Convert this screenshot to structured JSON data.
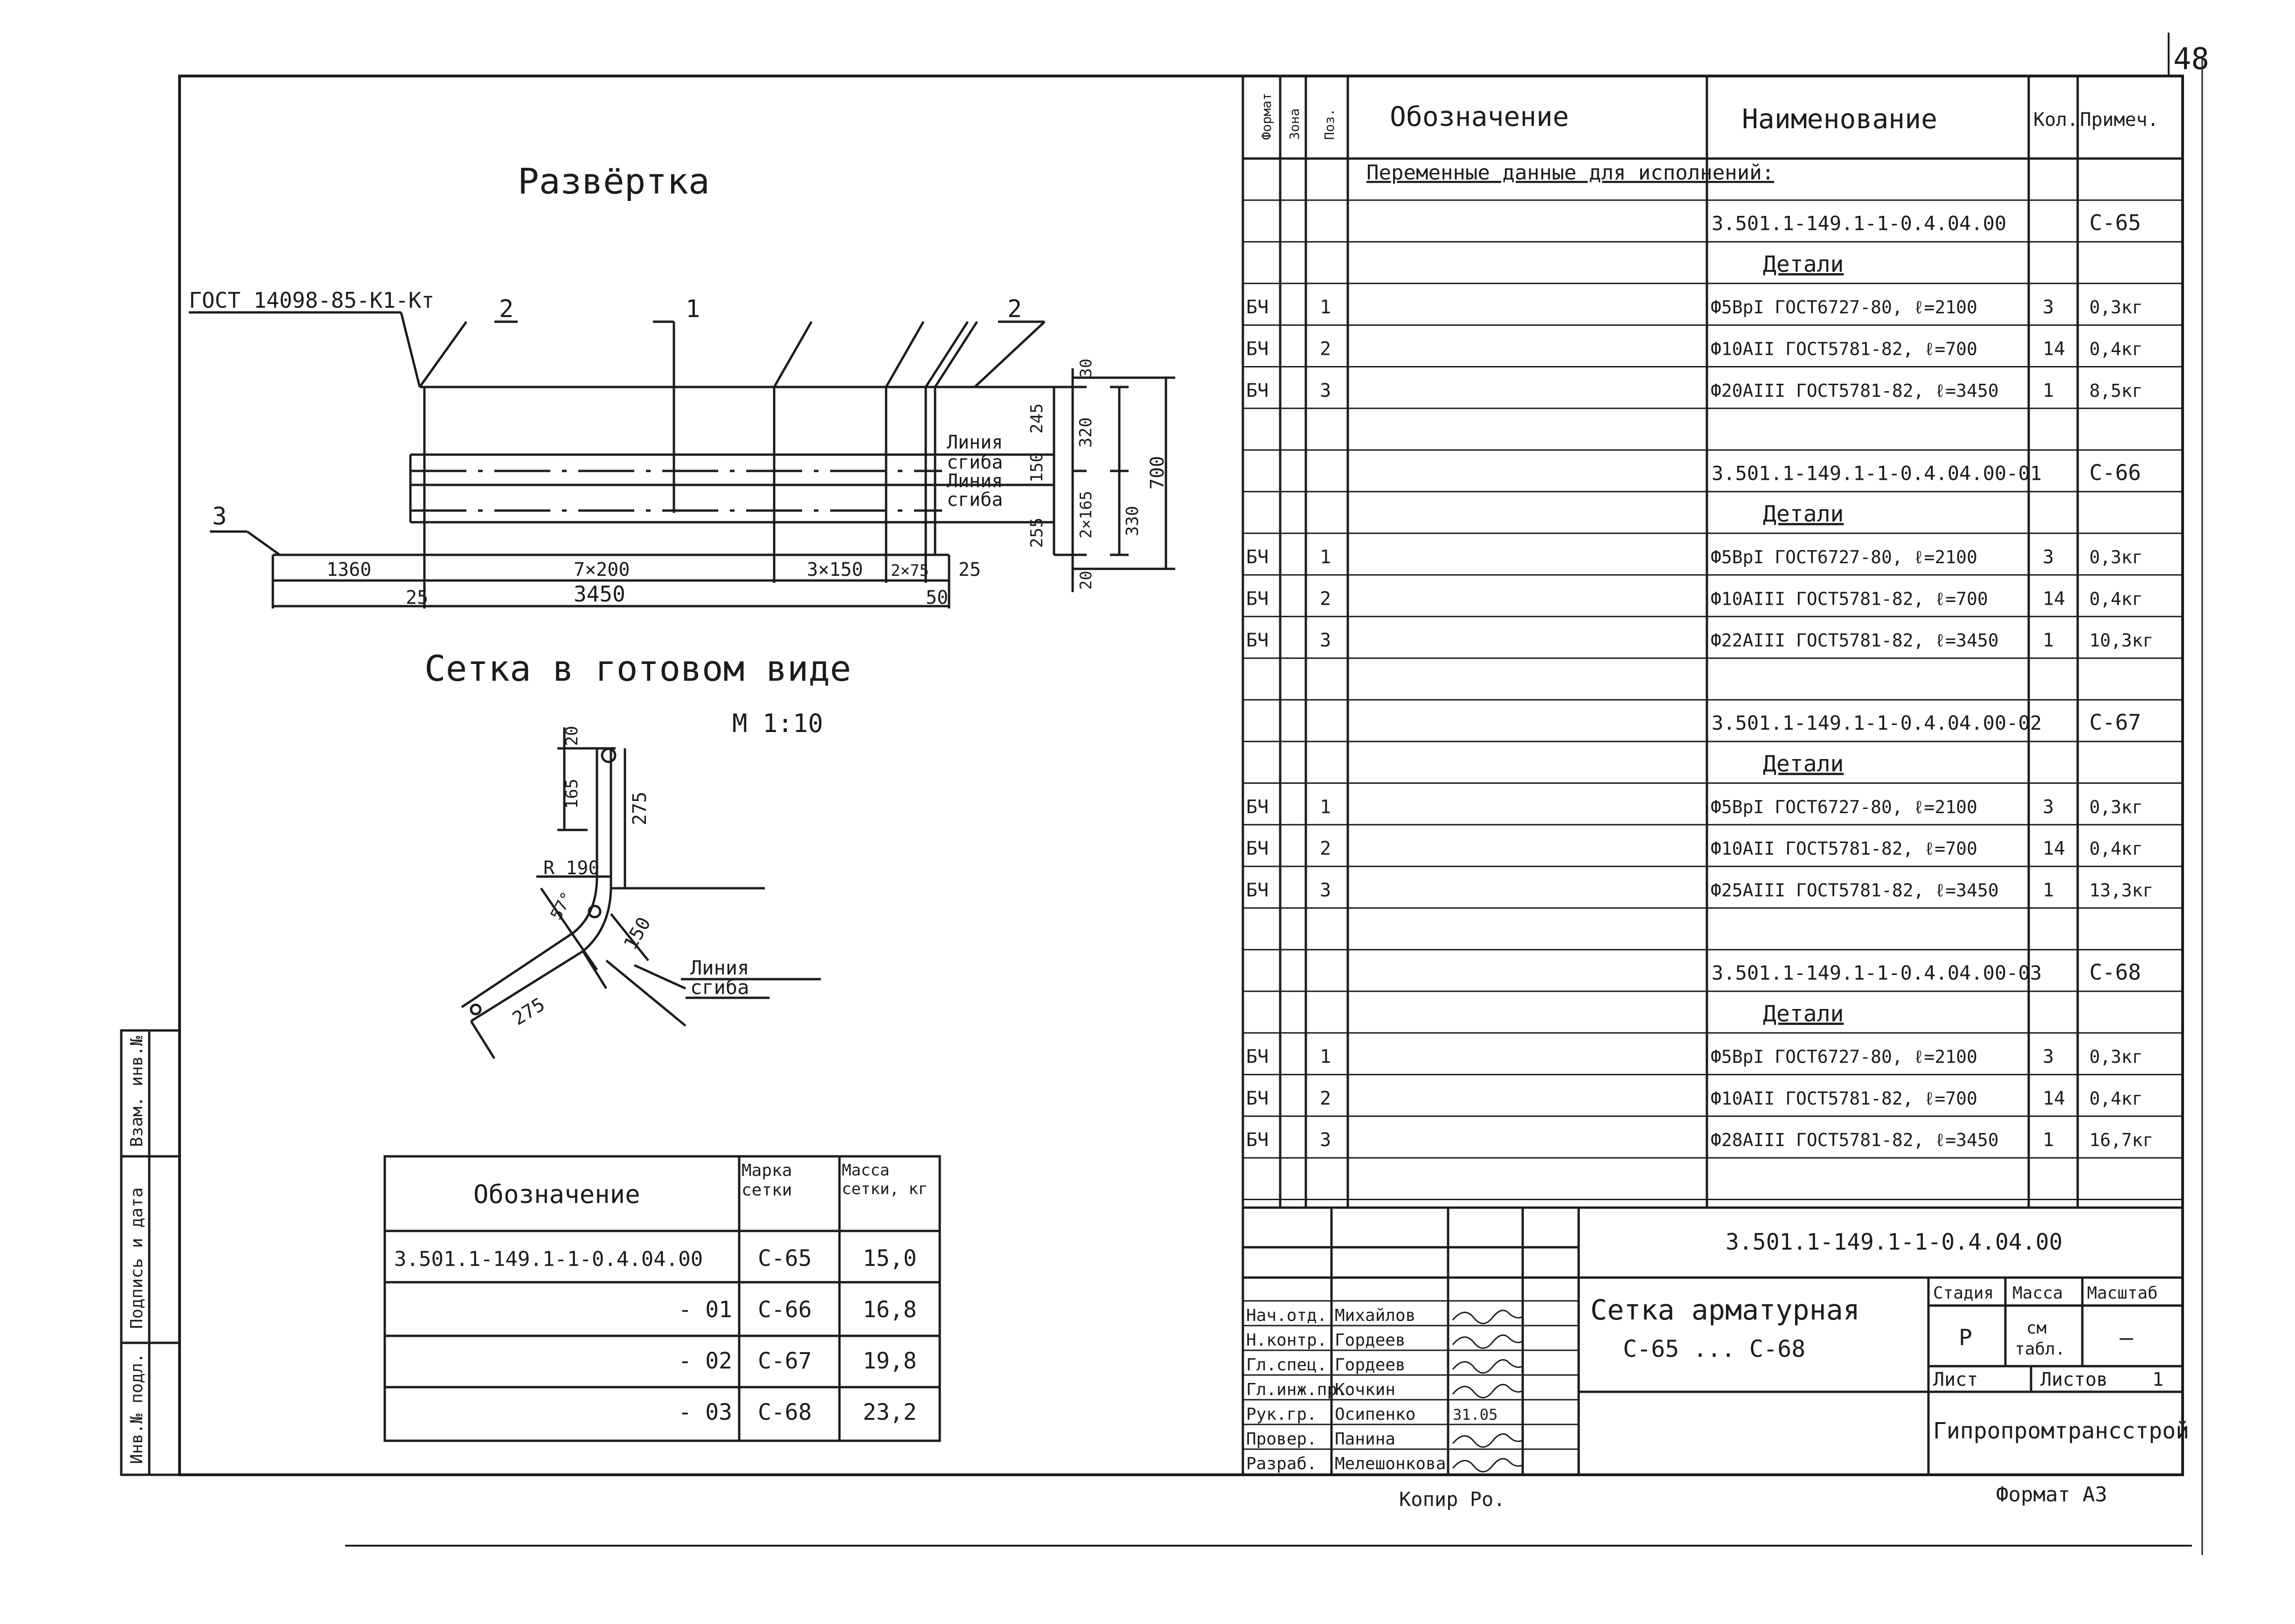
{
  "page_num": "48",
  "razvertka": {
    "title": "Развёртка",
    "gost": "ГОСТ 14098-85-К1-Кт",
    "pos_labels": [
      "2",
      "1",
      "2",
      "3"
    ],
    "bend_lines": [
      "Линия",
      "сгиба",
      "Линия",
      "сгиба"
    ],
    "dims_bottom": [
      "1360",
      "7×200",
      "3×150",
      "2×75",
      "25",
      "25",
      "3450",
      "50"
    ],
    "dims_right_inner": [
      "245",
      "150",
      "255"
    ],
    "dims_right_mid": [
      "320",
      "2×165",
      "330"
    ],
    "dims_right_small": [
      "30",
      "20"
    ],
    "dims_right_total": "700"
  },
  "ready": {
    "title": "Сетка в готовом виде",
    "scale": "М 1:10",
    "dims": [
      "20",
      "165",
      "275",
      "R 190",
      "57°",
      "150",
      "275"
    ],
    "bend_line": [
      "Линия",
      "сгиба"
    ]
  },
  "mass_table": {
    "headers": [
      "Обозначение",
      "Марка сетки",
      "Масса сетки, кг"
    ],
    "rows": [
      [
        "3.501.1-149.1-1-0.4.04.00",
        "С-65",
        "15,0"
      ],
      [
        "- 01",
        "С-66",
        "16,8"
      ],
      [
        "- 02",
        "С-67",
        "19,8"
      ],
      [
        "- 03",
        "С-68",
        "23,2"
      ]
    ]
  },
  "side_stamp": [
    "Инв.№ подл.",
    "Подпись и дата",
    "Взам. инв.№"
  ],
  "spec": {
    "headers": [
      "Формат",
      "Зона",
      "Поз.",
      "Обозначение",
      "Наименование",
      "Кол.",
      "Примеч."
    ],
    "variable_note": "Переменные данные для исполнений:",
    "sections": [
      {
        "code": "3.501.1-149.1-1-0.4.04.00",
        "mark": "С-65",
        "details": "Детали",
        "items": [
          [
            "БЧ",
            "1",
            "Ф5ВрI ГОСТ6727-80, ℓ=2100",
            "3",
            "0,3кг"
          ],
          [
            "БЧ",
            "2",
            "Ф10АII ГОСТ5781-82, ℓ=700",
            "14",
            "0,4кг"
          ],
          [
            "БЧ",
            "3",
            "Ф20АIII ГОСТ5781-82, ℓ=3450",
            "1",
            "8,5кг"
          ]
        ]
      },
      {
        "code": "3.501.1-149.1-1-0.4.04.00-01",
        "mark": "С-66",
        "details": "Детали",
        "items": [
          [
            "БЧ",
            "1",
            "Ф5ВрI ГОСТ6727-80, ℓ=2100",
            "3",
            "0,3кг"
          ],
          [
            "БЧ",
            "2",
            "Ф10АIII ГОСТ5781-82, ℓ=700",
            "14",
            "0,4кг"
          ],
          [
            "БЧ",
            "3",
            "Ф22АIII ГОСТ5781-82, ℓ=3450",
            "1",
            "10,3кг"
          ]
        ]
      },
      {
        "code": "3.501.1-149.1-1-0.4.04.00-02",
        "mark": "С-67",
        "details": "Детали",
        "items": [
          [
            "БЧ",
            "1",
            "Ф5ВрI ГОСТ6727-80, ℓ=2100",
            "3",
            "0,3кг"
          ],
          [
            "БЧ",
            "2",
            "Ф10АII ГОСТ5781-82, ℓ=700",
            "14",
            "0,4кг"
          ],
          [
            "БЧ",
            "3",
            "Ф25АIII ГОСТ5781-82, ℓ=3450",
            "1",
            "13,3кг"
          ]
        ]
      },
      {
        "code": "3.501.1-149.1-1-0.4.04.00-03",
        "mark": "С-68",
        "details": "Детали",
        "items": [
          [
            "БЧ",
            "1",
            "Ф5ВрI ГОСТ6727-80, ℓ=2100",
            "3",
            "0,3кг"
          ],
          [
            "БЧ",
            "2",
            "Ф10АII ГОСТ5781-82, ℓ=700",
            "14",
            "0,4кг"
          ],
          [
            "БЧ",
            "3",
            "Ф28АIII ГОСТ5781-82, ℓ=3450",
            "1",
            "16,7кг"
          ]
        ]
      }
    ]
  },
  "title_block": {
    "doc_code": "3.501.1-149.1-1-0.4.04.00",
    "roles": [
      "Нач.отд.",
      "Н.контр.",
      "Гл.спец.",
      "Гл.инж.пр.",
      "Рук.гр.",
      "Провер.",
      "Разраб."
    ],
    "names": [
      "Михайлов",
      "Гордеев",
      "Гордеев",
      "Кочкин",
      "Осипенко",
      "Панина",
      "Мелешонкова"
    ],
    "sign_date": "31.05",
    "title": [
      "Сетка арматурная",
      "С-65 ... С-68"
    ],
    "stage_label": "Стадия",
    "mass_label": "Масса",
    "scale_label": "Масштаб",
    "stage": "Р",
    "mass": [
      "см",
      "табл."
    ],
    "scale": "—",
    "sheet_label": "Лист",
    "sheets_label": "Листов",
    "sheets": "1",
    "org": "Гипропромтрансстрой"
  },
  "footer": {
    "copied": "Копир Ро.",
    "format": "Формат А3"
  }
}
